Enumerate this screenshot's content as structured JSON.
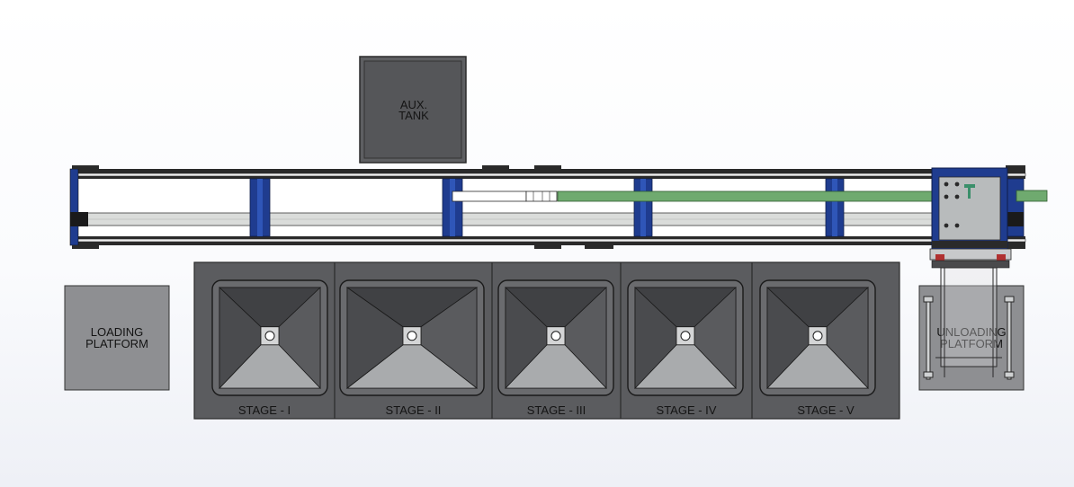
{
  "aux_tank": {
    "line1": "AUX.",
    "line2": "TANK"
  },
  "loading_platform": {
    "line1": "LOADING",
    "line2": "PLATFORM"
  },
  "unloading_platform": {
    "line1": "UNLOADING",
    "line2": "PLATFORM"
  },
  "stages": [
    "STAGE - I",
    "STAGE - II",
    "STAGE - III",
    "STAGE - IV",
    "STAGE - V"
  ],
  "colors": {
    "frame_blue": "#1f3c8f",
    "rail_grey": "#d9dcd9",
    "tank_grey": "#5a5b5e",
    "platform_grey": "#8e8f92",
    "hoist_green": "#6faa6f",
    "trolley_grey": "#b8bbbc"
  }
}
